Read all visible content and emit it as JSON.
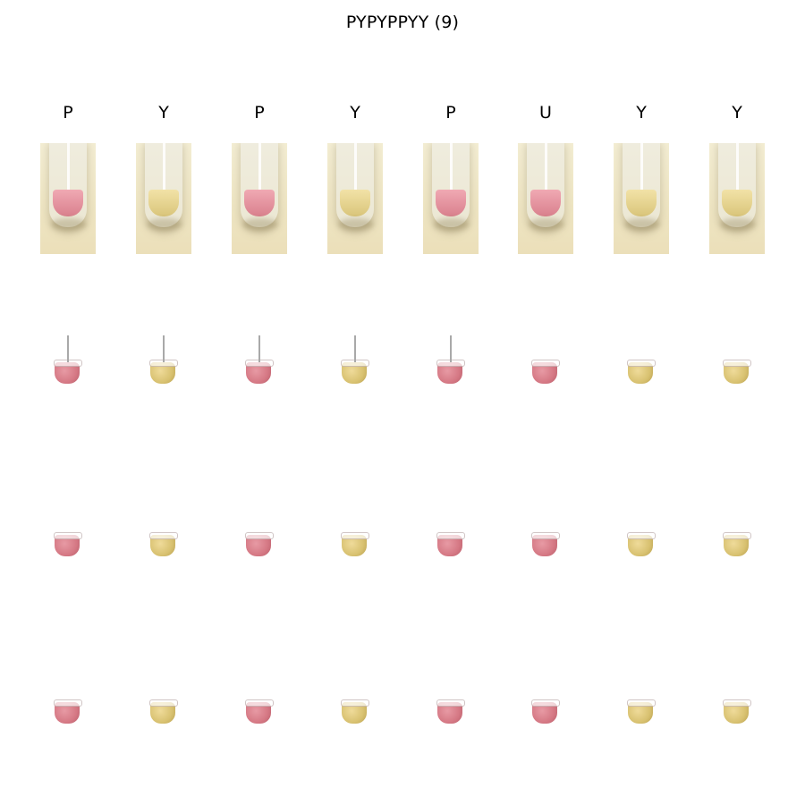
{
  "title": "PYPYPPYY (9)",
  "columns": [
    {
      "label": "P",
      "color": "pink"
    },
    {
      "label": "Y",
      "color": "yellow"
    },
    {
      "label": "P",
      "color": "pink"
    },
    {
      "label": "Y",
      "color": "yellow"
    },
    {
      "label": "P",
      "color": "pink"
    },
    {
      "label": "U",
      "color": "pink"
    },
    {
      "label": "Y",
      "color": "yellow"
    },
    {
      "label": "Y",
      "color": "yellow"
    }
  ],
  "colors": {
    "pink": "#d9808d",
    "yellow": "#d9c57a",
    "background": "#ffffff",
    "photo_bg": "#efe8cc"
  }
}
